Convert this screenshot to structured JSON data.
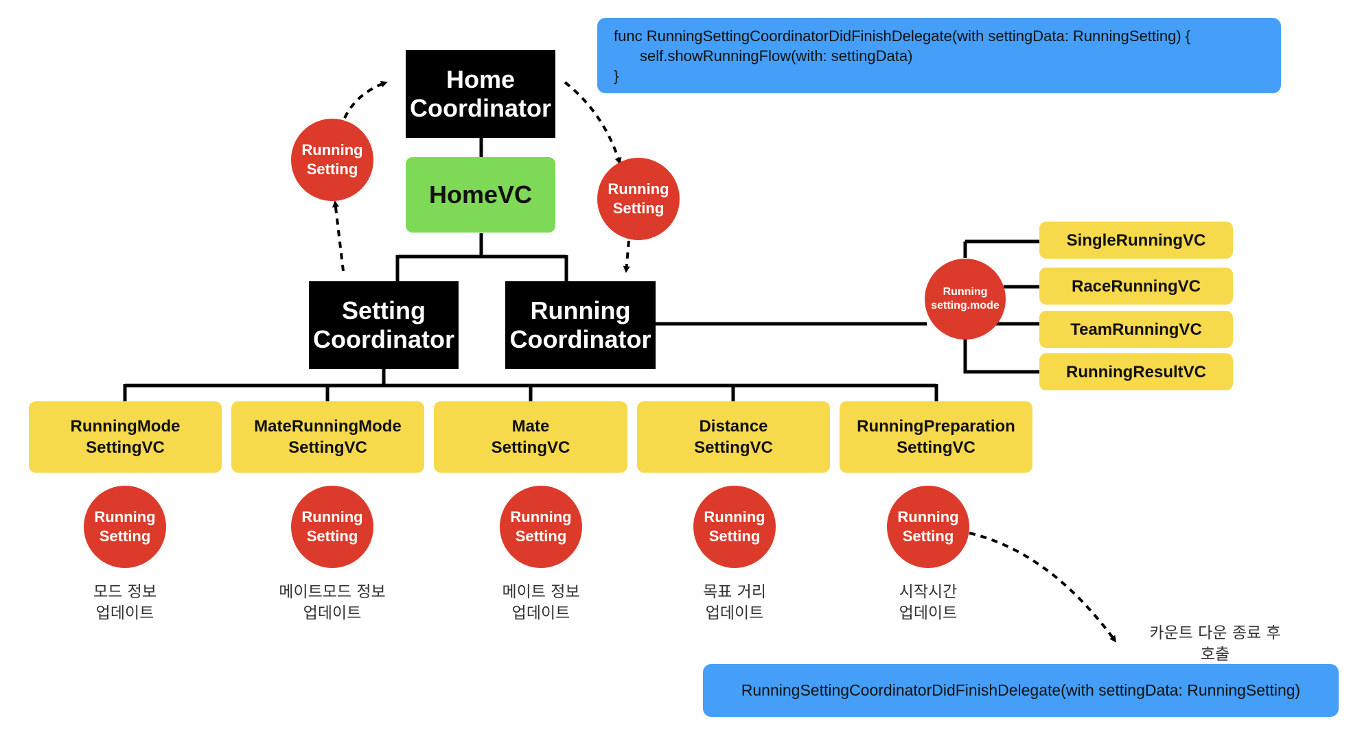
{
  "coordinators": {
    "home": "Home\nCoordinator",
    "setting": "Setting\nCoordinator",
    "running": "Running\nCoordinator"
  },
  "home_vc": "HomeVC",
  "setting_vcs": [
    "RunningMode\nSettingVC",
    "MateRunningMode\nSettingVC",
    "Mate\nSettingVC",
    "Distance\nSettingVC",
    "RunningPreparation\nSettingVC"
  ],
  "running_vcs": [
    "SingleRunningVC",
    "RaceRunningVC",
    "TeamRunningVC",
    "RunningResultVC"
  ],
  "badges": {
    "running_setting": "Running\nSetting",
    "running_setting_mode": "Running\nsetting.mode"
  },
  "update_notes": [
    "모드 정보\n업데이트",
    "메이트모드 정보\n업데이트",
    "메이트 정보\n업데이트",
    "목표 거리\n업데이트",
    "시작시간\n업데이트"
  ],
  "countdown_note": "카운트 다운 종료 후 호출",
  "code_block": {
    "line1": "func RunningSettingCoordinatorDidFinishDelegate(with settingData: RunningSetting) {",
    "line2": "self.showRunningFlow(with: settingData)",
    "line3": "}"
  },
  "delegate_call": "RunningSettingCoordinatorDidFinishDelegate(with settingData: RunningSetting)",
  "colors": {
    "coordinator": "#000000",
    "home_vc": "#7ed957",
    "view_controller": "#f7d94c",
    "badge": "#dc3b2b",
    "code": "#459ff8"
  }
}
